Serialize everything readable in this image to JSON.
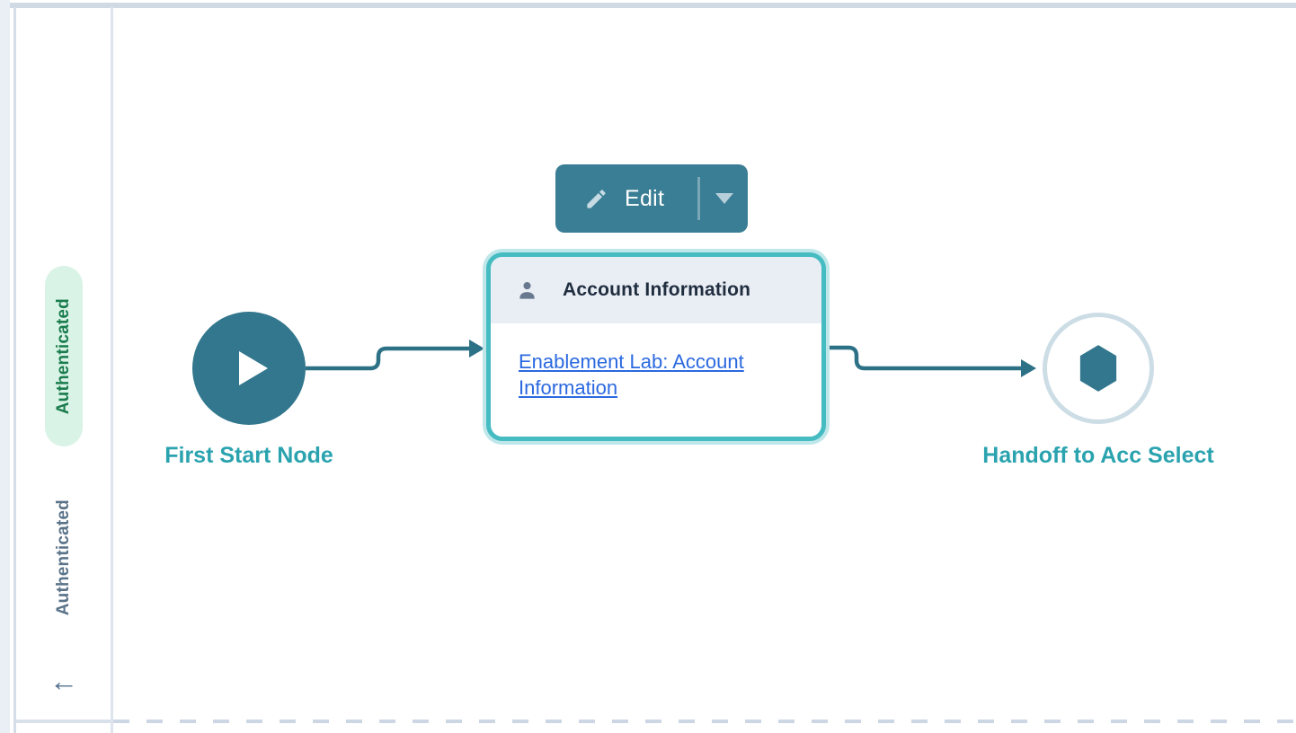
{
  "sidebar": {
    "badge": "Authenticated",
    "label": "Authenticated",
    "back_arrow": "←"
  },
  "toolbar": {
    "edit_label": "Edit"
  },
  "flow": {
    "start_node": {
      "label": "First Start Node"
    },
    "dialog_card": {
      "title": "Account Information",
      "link": "Enablement Lab: Account Information"
    },
    "handoff_node": {
      "label": "Handoff to Acc Select"
    }
  },
  "icons": {
    "pencil": "pencil-icon",
    "caret": "caret-down-icon",
    "play": "play-icon",
    "person": "person-icon",
    "hexagon": "hexagon-icon",
    "back": "back-arrow-icon"
  },
  "colors": {
    "left_strip": "#eaeff5",
    "top_band": "#cfdae4",
    "line_light": "#d5dee8",
    "sidebar_border": "#dde4ed",
    "solid_line": "#d8e1ea",
    "grid_dash": "#ccd7e3",
    "badge_bg": "#d9f3e6",
    "badge_text": "#1a7c4d",
    "slate_text": "#5a7389",
    "arrow_slate": "#52718f",
    "button_teal": "#3a7e95",
    "button_divider": "#79a7b7",
    "pencil_fill": "#c6dbe4",
    "caret_fill": "#b7cfda",
    "node_teal": "#32778d",
    "connector_teal": "#2d7186",
    "label_teal": "#2aa3af",
    "card_border": "#45bcc2",
    "card_glow": "#bfe7ea",
    "card_header_bg": "#e9edf4",
    "title_navy": "#1f2d3f",
    "icon_slate": "#68788f",
    "link_blue": "#2b69e0",
    "handoff_ring": "#cddde6"
  }
}
